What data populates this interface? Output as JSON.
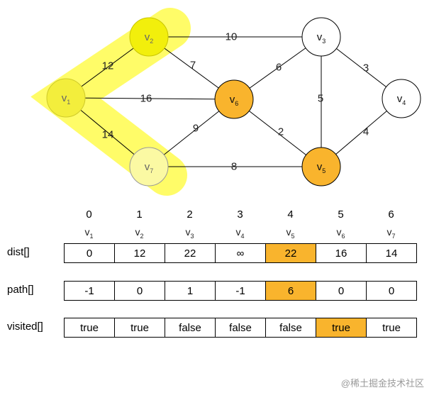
{
  "graph": {
    "nodes": [
      {
        "id": "v1",
        "base": "v",
        "sub": "1",
        "fill": "#F3EE3C",
        "stroke": "#CFCA2A"
      },
      {
        "id": "v2",
        "base": "v",
        "sub": "2",
        "fill": "#F2EF0C",
        "stroke": "#C9C500"
      },
      {
        "id": "v3",
        "base": "v",
        "sub": "3",
        "fill": "#FFFFFF",
        "stroke": "#000000"
      },
      {
        "id": "v4",
        "base": "v",
        "sub": "4",
        "fill": "#FFFFFF",
        "stroke": "#000000"
      },
      {
        "id": "v5",
        "base": "v",
        "sub": "5",
        "fill": "#F9B42D",
        "stroke": "#000000"
      },
      {
        "id": "v6",
        "base": "v",
        "sub": "6",
        "fill": "#F9B42D",
        "stroke": "#000000"
      },
      {
        "id": "v7",
        "base": "v",
        "sub": "7",
        "fill": "#FBF9A3",
        "stroke": "#9A9A9A"
      }
    ],
    "edges": [
      {
        "from": "v1",
        "to": "v2",
        "weight": "12"
      },
      {
        "from": "v1",
        "to": "v6",
        "weight": "16"
      },
      {
        "from": "v1",
        "to": "v7",
        "weight": "14"
      },
      {
        "from": "v2",
        "to": "v3",
        "weight": "10"
      },
      {
        "from": "v2",
        "to": "v6",
        "weight": "7"
      },
      {
        "from": "v6",
        "to": "v3",
        "weight": "6"
      },
      {
        "from": "v7",
        "to": "v6",
        "weight": "9"
      },
      {
        "from": "v6",
        "to": "v5",
        "weight": "2"
      },
      {
        "from": "v3",
        "to": "v5",
        "weight": "5"
      },
      {
        "from": "v3",
        "to": "v4",
        "weight": "3"
      },
      {
        "from": "v5",
        "to": "v4",
        "weight": "4"
      },
      {
        "from": "v7",
        "to": "v5",
        "weight": "8"
      }
    ],
    "highlight_color": "#FFFB4D"
  },
  "table": {
    "indices": [
      "0",
      "1",
      "2",
      "3",
      "4",
      "5",
      "6"
    ],
    "vertices": [
      {
        "base": "v",
        "sub": "1"
      },
      {
        "base": "v",
        "sub": "2"
      },
      {
        "base": "v",
        "sub": "3"
      },
      {
        "base": "v",
        "sub": "4"
      },
      {
        "base": "v",
        "sub": "5"
      },
      {
        "base": "v",
        "sub": "6"
      },
      {
        "base": "v",
        "sub": "7"
      }
    ],
    "rows": [
      {
        "label": "dist[]",
        "values": [
          "0",
          "12",
          "22",
          "∞",
          "22",
          "16",
          "14"
        ],
        "highlight": [
          4
        ]
      },
      {
        "label": "path[]",
        "values": [
          "-1",
          "0",
          "1",
          "-1",
          "6",
          "0",
          "0"
        ],
        "highlight": [
          4
        ]
      },
      {
        "label": "visited[]",
        "values": [
          "true",
          "true",
          "false",
          "false",
          "false",
          "true",
          "true"
        ],
        "highlight": [
          5
        ]
      }
    ],
    "highlight_color": "#F9B42D"
  },
  "footer": "@稀土掘金技术社区"
}
